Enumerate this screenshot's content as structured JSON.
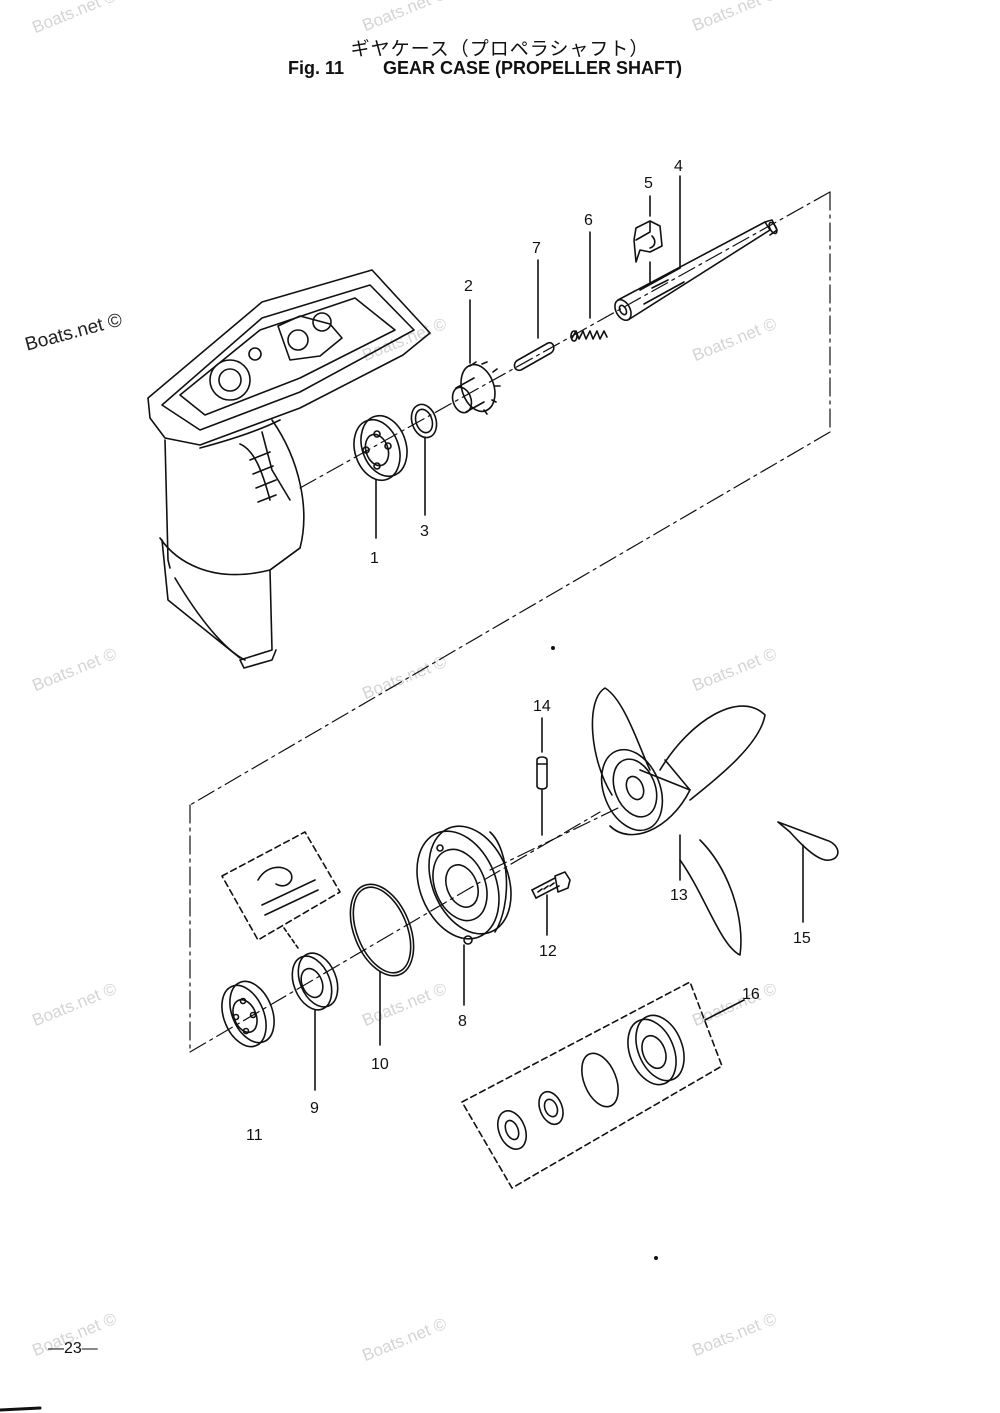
{
  "header": {
    "title_jp": "ギヤケース（プロペラシャフト）",
    "fig_label": "Fig. 11",
    "title_en": "GEAR CASE (PROPELLER SHAFT)"
  },
  "watermark": "Boats.net ©",
  "part_labels": [
    "1",
    "2",
    "3",
    "4",
    "5",
    "6",
    "7",
    "8",
    "9",
    "10",
    "11",
    "12",
    "13",
    "14",
    "15",
    "16"
  ],
  "page_number": "—23—"
}
